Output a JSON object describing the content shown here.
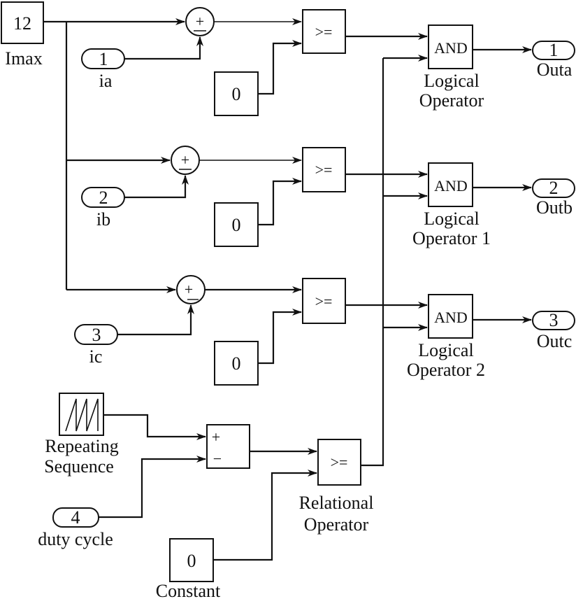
{
  "diagram": {
    "title": "",
    "blocks": {
      "imax": {
        "value": "12",
        "label": "Imax"
      },
      "in_ia": {
        "port": "1",
        "label": "ia"
      },
      "in_ib": {
        "port": "2",
        "label": "ib"
      },
      "in_ic": {
        "port": "3",
        "label": "ic"
      },
      "in_duty": {
        "port": "4",
        "label": "duty cycle"
      },
      "sum_a": {
        "signs": [
          "+",
          "−"
        ]
      },
      "sum_b": {
        "signs": [
          "+",
          "−"
        ]
      },
      "sum_c": {
        "signs": [
          "+",
          "−"
        ]
      },
      "sum_pwm": {
        "signs": [
          "+",
          "−"
        ]
      },
      "const_a": {
        "value": "0"
      },
      "const_b": {
        "value": "0"
      },
      "const_c": {
        "value": "0"
      },
      "constant": {
        "value": "0",
        "label": "Constant"
      },
      "rel_a": {
        "op": ">="
      },
      "rel_b": {
        "op": ">="
      },
      "rel_c": {
        "op": ">="
      },
      "rel_pwm": {
        "op": ">=",
        "label_line1": "Relational",
        "label_line2": "Operator"
      },
      "and_a": {
        "op": "AND",
        "label_line1": "Logical",
        "label_line2": "Operator"
      },
      "and_b": {
        "op": "AND",
        "label_line1": "Logical",
        "label_line2": "Operator 1"
      },
      "and_c": {
        "op": "AND",
        "label_line1": "Logical",
        "label_line2": "Operator 2"
      },
      "repeating": {
        "label_line1": "Repeating",
        "label_line2": "Sequence"
      },
      "out_a": {
        "port": "1",
        "label": "Outa"
      },
      "out_b": {
        "port": "2",
        "label": "Outb"
      },
      "out_c": {
        "port": "3",
        "label": "Outc"
      }
    }
  }
}
